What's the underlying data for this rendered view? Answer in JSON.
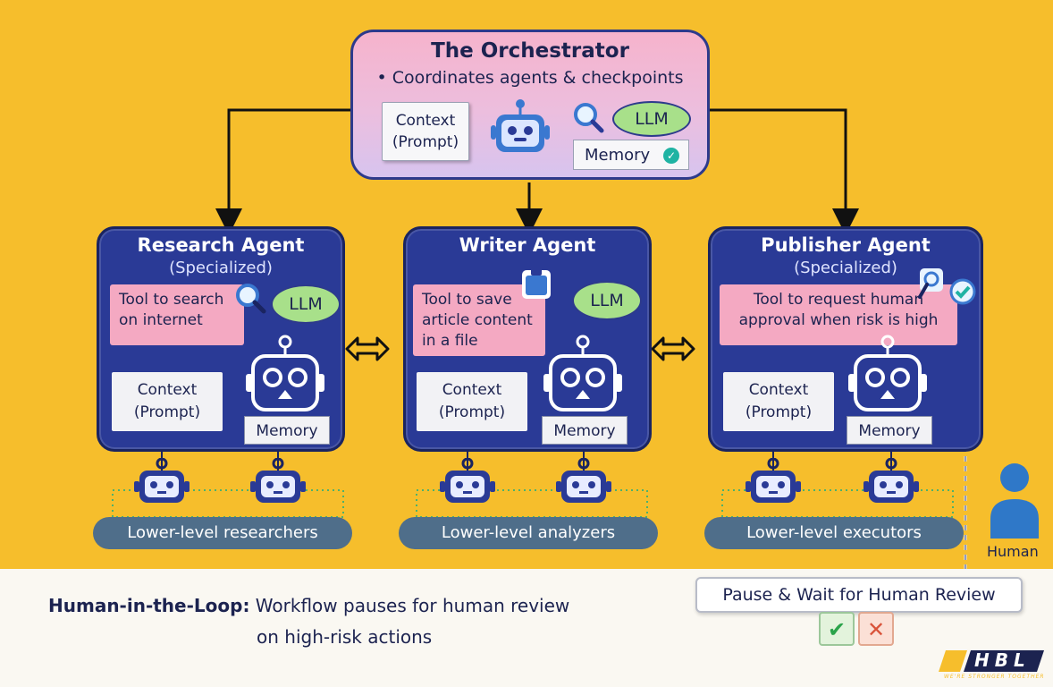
{
  "orchestrator": {
    "title": "The Orchestrator",
    "subtitle": "• Coordinates agents & checkpoints",
    "context_line1": "Context",
    "context_line2": "(Prompt)",
    "llm": "LLM",
    "memory": "Memory"
  },
  "agents": [
    {
      "title": "Research Agent",
      "subtitle": "(Specialized)",
      "tool_line1": "Tool to search",
      "tool_line2": "on internet",
      "tool_line3": "",
      "llm": "LLM",
      "context_line1": "Context",
      "context_line2": "(Prompt)",
      "memory": "Memory",
      "lower_level": "Lower-level researchers"
    },
    {
      "title": "Writer Agent",
      "subtitle": "",
      "tool_line1": "Tool to save",
      "tool_line2": "article content",
      "tool_line3": "in a file",
      "llm": "LLM",
      "context_line1": "Context",
      "context_line2": "(Prompt)",
      "memory": "Memory",
      "lower_level": "Lower-level analyzers"
    },
    {
      "title": "Publisher Agent",
      "subtitle": "(Specialized)",
      "tool_line1": "Tool to request human",
      "tool_line2": "approval when risk is high",
      "tool_line3": "",
      "llm": "",
      "context_line1": "Context",
      "context_line2": "(Prompt)",
      "memory": "Memory",
      "lower_level": "Lower-level executors"
    }
  ],
  "human_label": "Human",
  "hitl": {
    "bold": "Human-in-the-Loop:",
    "line1": " Workflow pauses for human review",
    "line2": "on high-risk actions"
  },
  "pause_review": "Pause & Wait for Human Review",
  "approve_symbol": "✔",
  "reject_symbol": "✕",
  "logo": {
    "text": "HBL",
    "tagline": "WE'RE STRONGER TOGETHER"
  },
  "colors": {
    "background": "#f6be2c",
    "agent_box": "#2a3a96",
    "orchestrator_pink": "#f6b3cc",
    "llm_green": "#a8e08a",
    "tool_pink": "#f4a9c2",
    "pill": "#4f6e8a",
    "human_blue": "#2f78c8"
  },
  "icons": [
    "robot-icon",
    "search-icon",
    "clipboard-icon",
    "check-badge-icon",
    "double-arrow-icon",
    "person-icon",
    "checkmark-icon",
    "cross-icon"
  ]
}
